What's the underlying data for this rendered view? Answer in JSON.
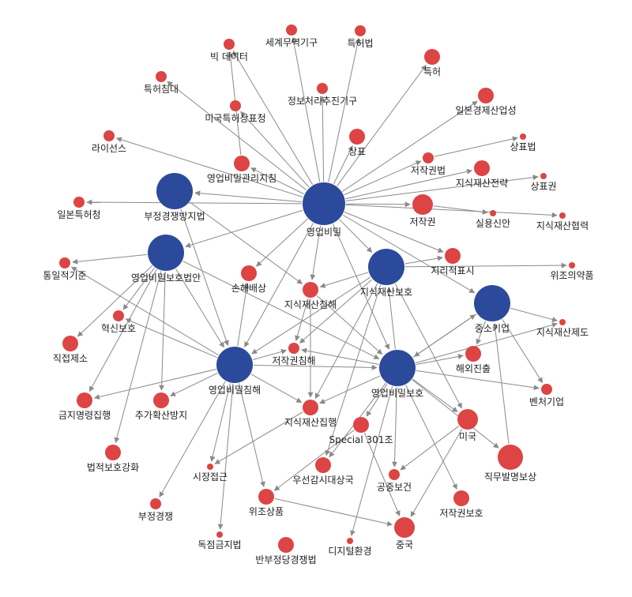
{
  "colors": {
    "hub": "#2c4a9c",
    "leaf": "#dd4444",
    "edge": "#8a8a8a",
    "text": "#222222"
  },
  "nodes": [
    {
      "id": "hub_yb",
      "label": "영업비밀",
      "kind": "hub",
      "size": 5
    },
    {
      "id": "hub_bj",
      "label": "부정경쟁방지법",
      "kind": "hub",
      "size": 3
    },
    {
      "id": "hub_ybbh_law",
      "label": "영업비밀보호법안",
      "kind": "hub",
      "size": 3
    },
    {
      "id": "hub_jsb",
      "label": "지식재산보호",
      "kind": "hub",
      "size": 3
    },
    {
      "id": "hub_jsg",
      "label": "중소기업",
      "kind": "hub",
      "size": 3
    },
    {
      "id": "hub_ybch",
      "label": "영업비밀침해",
      "kind": "hub",
      "size": 3
    },
    {
      "id": "hub_ybb",
      "label": "영업비밀보호",
      "kind": "hub",
      "size": 3
    },
    {
      "id": "n_sgm",
      "label": "세계무역기구",
      "kind": "leaf",
      "size": 1
    },
    {
      "id": "n_thb",
      "label": "특허법",
      "kind": "leaf",
      "size": 1
    },
    {
      "id": "n_bigdata",
      "label": "빅 데이터",
      "kind": "leaf",
      "size": 1
    },
    {
      "id": "n_th",
      "label": "특허",
      "kind": "leaf",
      "size": 2
    },
    {
      "id": "n_jbcr",
      "label": "정보처리추진기구",
      "kind": "leaf",
      "size": 1
    },
    {
      "id": "n_thsd",
      "label": "특허침대",
      "kind": "leaf",
      "size": 1
    },
    {
      "id": "n_ilbon_econ",
      "label": "일본경제산업성",
      "kind": "leaf",
      "size": 2
    },
    {
      "id": "n_mgts",
      "label": "미국특허상표청",
      "kind": "leaf",
      "size": 1
    },
    {
      "id": "n_sp",
      "label": "상표",
      "kind": "leaf",
      "size": 2
    },
    {
      "id": "n_spb",
      "label": "상표법",
      "kind": "leaf",
      "size": 0
    },
    {
      "id": "n_license",
      "label": "라이선스",
      "kind": "leaf",
      "size": 1
    },
    {
      "id": "n_jjgb",
      "label": "저작권법",
      "kind": "leaf",
      "size": 1
    },
    {
      "id": "n_ybgl",
      "label": "영업비밀관리지침",
      "kind": "leaf",
      "size": 2
    },
    {
      "id": "n_jsjl",
      "label": "지식재산전략",
      "kind": "leaf",
      "size": 2
    },
    {
      "id": "n_spg",
      "label": "상표권",
      "kind": "leaf",
      "size": 0
    },
    {
      "id": "n_ilbon_th",
      "label": "일본특허청",
      "kind": "leaf",
      "size": 1
    },
    {
      "id": "n_jjg",
      "label": "저작권",
      "kind": "leaf",
      "size": 3
    },
    {
      "id": "n_syso",
      "label": "실용신안",
      "kind": "leaf",
      "size": 0
    },
    {
      "id": "n_jshr",
      "label": "지식재산협력",
      "kind": "leaf",
      "size": 0
    },
    {
      "id": "n_tij",
      "label": "통일적기준",
      "kind": "leaf",
      "size": 1
    },
    {
      "id": "n_jrpg",
      "label": "지리적표시",
      "kind": "leaf",
      "size": 2
    },
    {
      "id": "n_wjyp",
      "label": "위조의약품",
      "kind": "leaf",
      "size": 0
    },
    {
      "id": "n_shbs",
      "label": "손해배상",
      "kind": "leaf",
      "size": 2
    },
    {
      "id": "n_jsch",
      "label": "지식재산침해",
      "kind": "leaf",
      "size": 2
    },
    {
      "id": "n_hsbh",
      "label": "혁신보호",
      "kind": "leaf",
      "size": 1
    },
    {
      "id": "n_jsjd",
      "label": "지식재산제도",
      "kind": "leaf",
      "size": 0
    },
    {
      "id": "n_jjjs",
      "label": "직접제소",
      "kind": "leaf",
      "size": 2
    },
    {
      "id": "n_jjgch",
      "label": "저작권침해",
      "kind": "leaf",
      "size": 1
    },
    {
      "id": "n_hwjc",
      "label": "해외진출",
      "kind": "leaf",
      "size": 2
    },
    {
      "id": "n_venture",
      "label": "벤처기업",
      "kind": "leaf",
      "size": 1
    },
    {
      "id": "n_gjmr",
      "label": "금지명령집행",
      "kind": "leaf",
      "size": 2
    },
    {
      "id": "n_cgbs",
      "label": "추가확산방지",
      "kind": "leaf",
      "size": 2
    },
    {
      "id": "n_jsjh",
      "label": "지식재산집행",
      "kind": "leaf",
      "size": 2
    },
    {
      "id": "n_special",
      "label": "Special 301조",
      "kind": "leaf",
      "size": 2
    },
    {
      "id": "n_mg",
      "label": "미국",
      "kind": "leaf",
      "size": 3
    },
    {
      "id": "n_bjbhg",
      "label": "법적보호강화",
      "kind": "leaf",
      "size": 2
    },
    {
      "id": "n_jmbs",
      "label": "직무발명보상",
      "kind": "leaf",
      "size": 4
    },
    {
      "id": "n_sjjg",
      "label": "시장접근",
      "kind": "leaf",
      "size": 0
    },
    {
      "id": "n_usgs",
      "label": "우선감시대상국",
      "kind": "leaf",
      "size": 2
    },
    {
      "id": "n_gjbg",
      "label": "공중보건",
      "kind": "leaf",
      "size": 1
    },
    {
      "id": "n_bjg",
      "label": "부정경쟁",
      "kind": "leaf",
      "size": 1
    },
    {
      "id": "n_wjsp",
      "label": "위조상품",
      "kind": "leaf",
      "size": 2
    },
    {
      "id": "n_jjgbh",
      "label": "저작권보호",
      "kind": "leaf",
      "size": 2
    },
    {
      "id": "n_jg",
      "label": "중국",
      "kind": "leaf",
      "size": 3
    },
    {
      "id": "n_djgj",
      "label": "독점금지법",
      "kind": "leaf",
      "size": 0
    },
    {
      "id": "n_djth",
      "label": "디지털환경",
      "kind": "leaf",
      "size": 0
    },
    {
      "id": "n_bbjd",
      "label": "반부정당경쟁법",
      "kind": "leaf",
      "size": 2
    }
  ],
  "edges": [
    [
      "hub_yb",
      "n_sgm"
    ],
    [
      "hub_yb",
      "n_thb"
    ],
    [
      "hub_yb",
      "n_bigdata"
    ],
    [
      "hub_yb",
      "n_th"
    ],
    [
      "hub_yb",
      "n_jbcr"
    ],
    [
      "hub_yb",
      "n_thsd"
    ],
    [
      "hub_yb",
      "n_mgts"
    ],
    [
      "hub_yb",
      "n_sp"
    ],
    [
      "hub_yb",
      "n_license"
    ],
    [
      "hub_yb",
      "n_ybgl"
    ],
    [
      "hub_yb",
      "hub_bj"
    ],
    [
      "hub_yb",
      "n_ilbon_th"
    ],
    [
      "hub_yb",
      "n_jjg"
    ],
    [
      "hub_yb",
      "n_ilbon_econ"
    ],
    [
      "hub_yb",
      "n_jsjl"
    ],
    [
      "hub_yb",
      "n_jjgb"
    ],
    [
      "hub_yb",
      "hub_ybbh_law"
    ],
    [
      "hub_yb",
      "n_shbs"
    ],
    [
      "hub_yb",
      "n_jsch"
    ],
    [
      "hub_yb",
      "hub_ybch"
    ],
    [
      "hub_yb",
      "hub_jsb"
    ],
    [
      "hub_yb",
      "n_jrpg"
    ],
    [
      "hub_yb",
      "hub_ybb"
    ],
    [
      "hub_yb",
      "n_jshr"
    ],
    [
      "hub_yb",
      "n_spg"
    ],
    [
      "hub_yb",
      "hub_jsg"
    ],
    [
      "n_jjg",
      "n_syso"
    ],
    [
      "n_ybgl",
      "n_bigdata"
    ],
    [
      "n_jjgb",
      "n_spb"
    ],
    [
      "hub_bj",
      "hub_ybch"
    ],
    [
      "hub_bj",
      "n_jsch"
    ],
    [
      "hub_ybbh_law",
      "n_tij"
    ],
    [
      "hub_ybbh_law",
      "n_hsbh"
    ],
    [
      "hub_ybbh_law",
      "n_jjjs"
    ],
    [
      "hub_ybbh_law",
      "n_gjmr"
    ],
    [
      "hub_ybbh_law",
      "n_cgbs"
    ],
    [
      "hub_ybbh_law",
      "n_bjbhg"
    ],
    [
      "hub_ybbh_law",
      "hub_ybch"
    ],
    [
      "hub_ybbh_law",
      "hub_ybb"
    ],
    [
      "hub_jsb",
      "n_jrpg"
    ],
    [
      "hub_jsb",
      "n_wjyp"
    ],
    [
      "hub_jsb",
      "n_jsch"
    ],
    [
      "hub_jsb",
      "n_jsjh"
    ],
    [
      "hub_jsb",
      "n_jjgch"
    ],
    [
      "hub_jsb",
      "n_mg"
    ],
    [
      "hub_jsb",
      "n_usgs"
    ],
    [
      "hub_jsb",
      "hub_ybch"
    ],
    [
      "hub_jsg",
      "n_jsjd"
    ],
    [
      "hub_jsg",
      "n_venture"
    ],
    [
      "hub_jsg",
      "n_hwjc"
    ],
    [
      "hub_jsg",
      "hub_ybb"
    ],
    [
      "hub_ybch",
      "n_tij"
    ],
    [
      "hub_ybch",
      "n_shbs"
    ],
    [
      "hub_ybch",
      "n_hsbh"
    ],
    [
      "hub_ybch",
      "n_gjmr"
    ],
    [
      "hub_ybch",
      "n_cgbs"
    ],
    [
      "hub_ybch",
      "n_jjgch"
    ],
    [
      "hub_ybch",
      "n_jsjh"
    ],
    [
      "hub_ybch",
      "n_sjjg"
    ],
    [
      "hub_ybch",
      "n_wjsp"
    ],
    [
      "hub_ybch",
      "n_djgj"
    ],
    [
      "hub_ybch",
      "n_bjg"
    ],
    [
      "hub_ybch",
      "hub_ybb"
    ],
    [
      "hub_ybb",
      "n_jsjh"
    ],
    [
      "hub_ybb",
      "n_special"
    ],
    [
      "hub_ybb",
      "n_mg"
    ],
    [
      "hub_ybb",
      "n_hwjc"
    ],
    [
      "hub_ybb",
      "n_venture"
    ],
    [
      "hub_ybb",
      "n_jsjd"
    ],
    [
      "hub_ybb",
      "n_usgs"
    ],
    [
      "hub_ybb",
      "n_gjbg"
    ],
    [
      "hub_ybb",
      "n_jjgbh"
    ],
    [
      "hub_ybb",
      "n_djth"
    ],
    [
      "hub_ybb",
      "hub_jsb"
    ],
    [
      "hub_ybb",
      "hub_jsg"
    ],
    [
      "hub_ybb",
      "n_jjgch"
    ],
    [
      "hub_ybb",
      "n_jmbs"
    ],
    [
      "n_jsch",
      "hub_ybb"
    ],
    [
      "n_jsch",
      "n_jsjh"
    ],
    [
      "n_jsch",
      "n_jjgch"
    ],
    [
      "n_jsjh",
      "n_sjjg"
    ],
    [
      "n_special",
      "n_wjsp"
    ],
    [
      "n_mg",
      "n_gjbg"
    ],
    [
      "n_wjsp",
      "n_jg"
    ],
    [
      "n_mg",
      "n_jg"
    ],
    [
      "n_jmbs",
      "hub_jsg"
    ],
    [
      "n_special",
      "n_jg"
    ]
  ]
}
